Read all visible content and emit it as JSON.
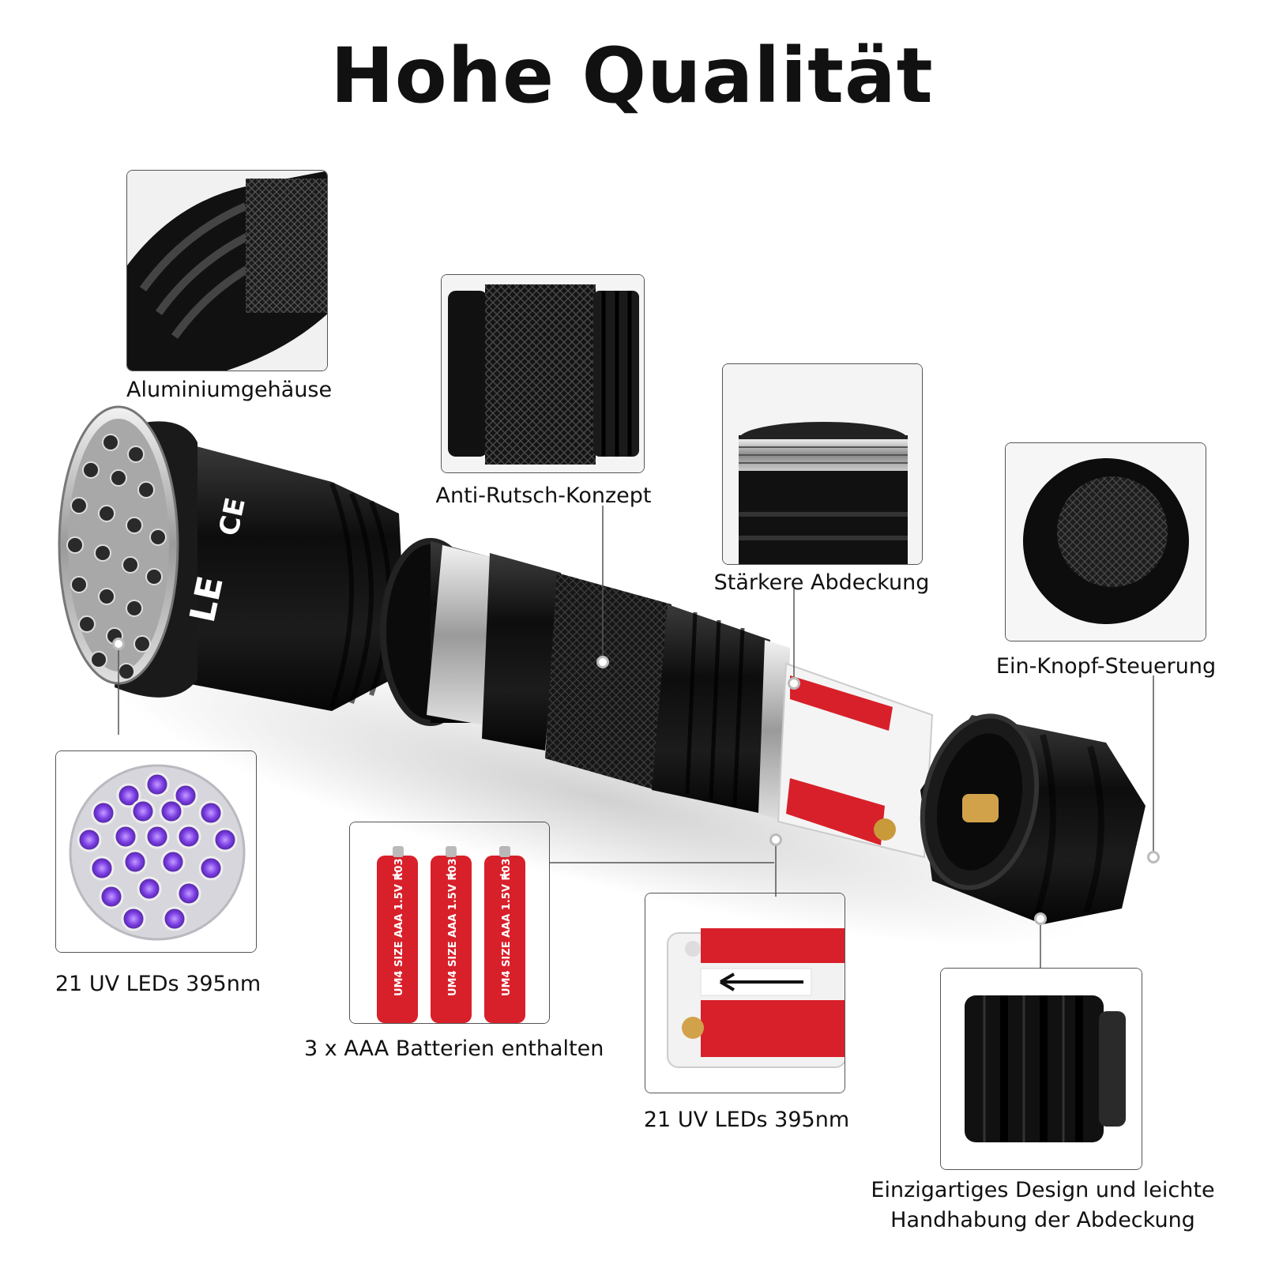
{
  "title": "Hohe Qualität",
  "flashlight_markings": {
    "brand": "LE",
    "ce": "CE"
  },
  "battery_print": {
    "size": "UM4 SIZE AAA 1.5V R03",
    "plus": "+"
  },
  "callouts": {
    "aluminium": "Aluminiumgehäuse",
    "anti_slip": "Anti-Rutsch-Konzept",
    "stronger_cap": "Stärkere Abdeckung",
    "one_button": "Ein-Knopf-Steuerung",
    "uv_leds": "21 UV LEDs 395nm",
    "batteries": "3 x AAA Batterien enthalten",
    "battery_holder": "21 UV LEDs 395nm",
    "design_line1": "Einzigartiges Design und leichte",
    "design_line2": "Handhabung der Abdeckung"
  },
  "colors": {
    "led_purple": "#7b3fe4",
    "battery_red": "#d8202a",
    "body_black": "#111111"
  },
  "led_count": 21
}
